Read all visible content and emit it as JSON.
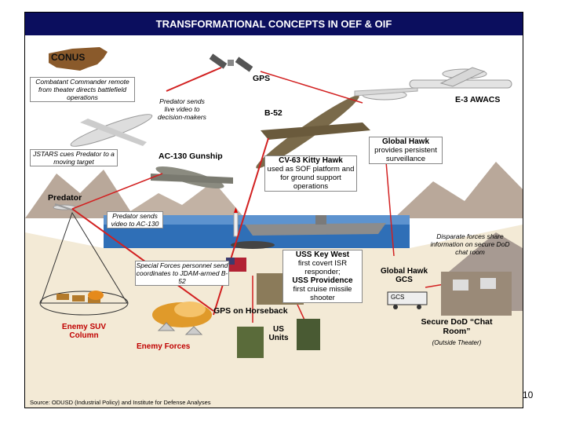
{
  "title": "TRANSFORMATIONAL CONCEPTS IN OEF & OIF",
  "labels": {
    "conus": "CONUS",
    "combatant_commander": "Combatant Commander remote from theater directs battlefield operations",
    "predator_sends_live": "Predator sends live video to decision-makers",
    "gps": "GPS",
    "e3_awacs": "E-3 AWACS",
    "b52": "B-52",
    "jstars": "JSTARS cues Predator to a moving target",
    "ac130": "AC-130 Gunship",
    "global_hawk": "Global Hawk",
    "global_hawk_desc": "provides persistent surveillance",
    "cv63": "CV-63 Kitty Hawk",
    "cv63_desc": "used as SOF platform and for ground support operations",
    "predator": "Predator",
    "predator_ac130": "Predator sends video to AC-130",
    "disparate_forces": "Disparate forces share information on secure DoD chat room",
    "uss_key_west": "USS Key West",
    "key_west_desc": "first covert ISR responder;",
    "uss_providence": "USS Providence",
    "providence_desc": "first cruise missile shooter",
    "special_forces": "Special Forces personnel send coordinates to JDAM-armed B-52",
    "global_hawk_gcs": "Global Hawk GCS",
    "gcs_tag": "GCS",
    "gps_horseback": "GPS on Horseback",
    "enemy_suv": "Enemy SUV Column",
    "enemy_forces": "Enemy Forces",
    "us_units": "US Units",
    "secure_dod": "Secure DoD “Chat Room”",
    "outside_theater": "(Outside Theater)",
    "source": "Source: ODUSD (Industrial Policy) and Institute for Defense Analyses",
    "page_number": "10"
  },
  "colors": {
    "title_bg": "#0b0e5e",
    "label_red": "#c00000",
    "link_line": "#d22020",
    "sea": "#2f6fb7",
    "mountain": "#b9a89a",
    "ground": "#e8d9b8"
  }
}
